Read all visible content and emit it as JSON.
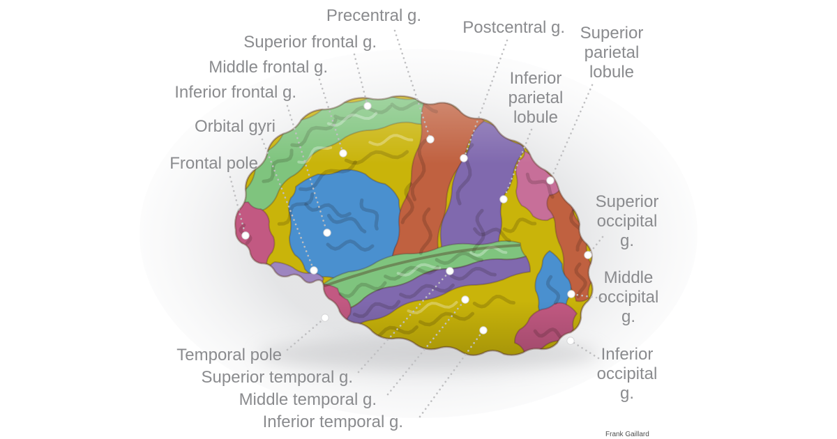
{
  "palette": {
    "green": "#7fc47e",
    "yellow": "#c9b40a",
    "blue": "#4a90cf",
    "orange": "#c06140",
    "purple": "#8069ae",
    "pink": "#c25982",
    "pink_light": "#c76f99",
    "lavender": "#9d85c0",
    "label_text": "#8a8b8e",
    "leader_line": "#bfbfc1",
    "background": "#ffffff",
    "vignette": "#dfe0e2"
  },
  "labels": [
    {
      "id": "precentral",
      "text": "Precentral g.",
      "color": "orange"
    },
    {
      "id": "superior-frontal",
      "text": "Superior frontal g.",
      "color": "green"
    },
    {
      "id": "middle-frontal",
      "text": "Middle frontal g.",
      "color": "yellow"
    },
    {
      "id": "inferior-frontal",
      "text": "Inferior frontal g.",
      "color": "blue"
    },
    {
      "id": "orbital",
      "text": "Orbital gyri",
      "color": "lavender"
    },
    {
      "id": "frontal-pole",
      "text": "Frontal pole",
      "color": "pink"
    },
    {
      "id": "postcentral",
      "text": "Postcentral g.",
      "color": "purple"
    },
    {
      "id": "superior-parietal",
      "text": "Superior parietal lobule",
      "color": "pink_light"
    },
    {
      "id": "inferior-parietal",
      "text": "Inferior parietal lobule",
      "color": "yellow"
    },
    {
      "id": "superior-occipital",
      "text": "Superior occipital g.",
      "color": "orange"
    },
    {
      "id": "middle-occipital",
      "text": "Middle occipital g.",
      "color": "blue"
    },
    {
      "id": "inferior-occipital",
      "text": "Inferior occipital g.",
      "color": "pink"
    },
    {
      "id": "temporal-pole",
      "text": "Temporal pole",
      "color": "pink"
    },
    {
      "id": "superior-temporal",
      "text": "Superior temporal g.",
      "color": "green"
    },
    {
      "id": "middle-temporal",
      "text": "Middle temporal g.",
      "color": "purple"
    },
    {
      "id": "inferior-temporal",
      "text": "Inferior temporal g.",
      "color": "yellow"
    }
  ],
  "credit": "Frank Gaillard"
}
